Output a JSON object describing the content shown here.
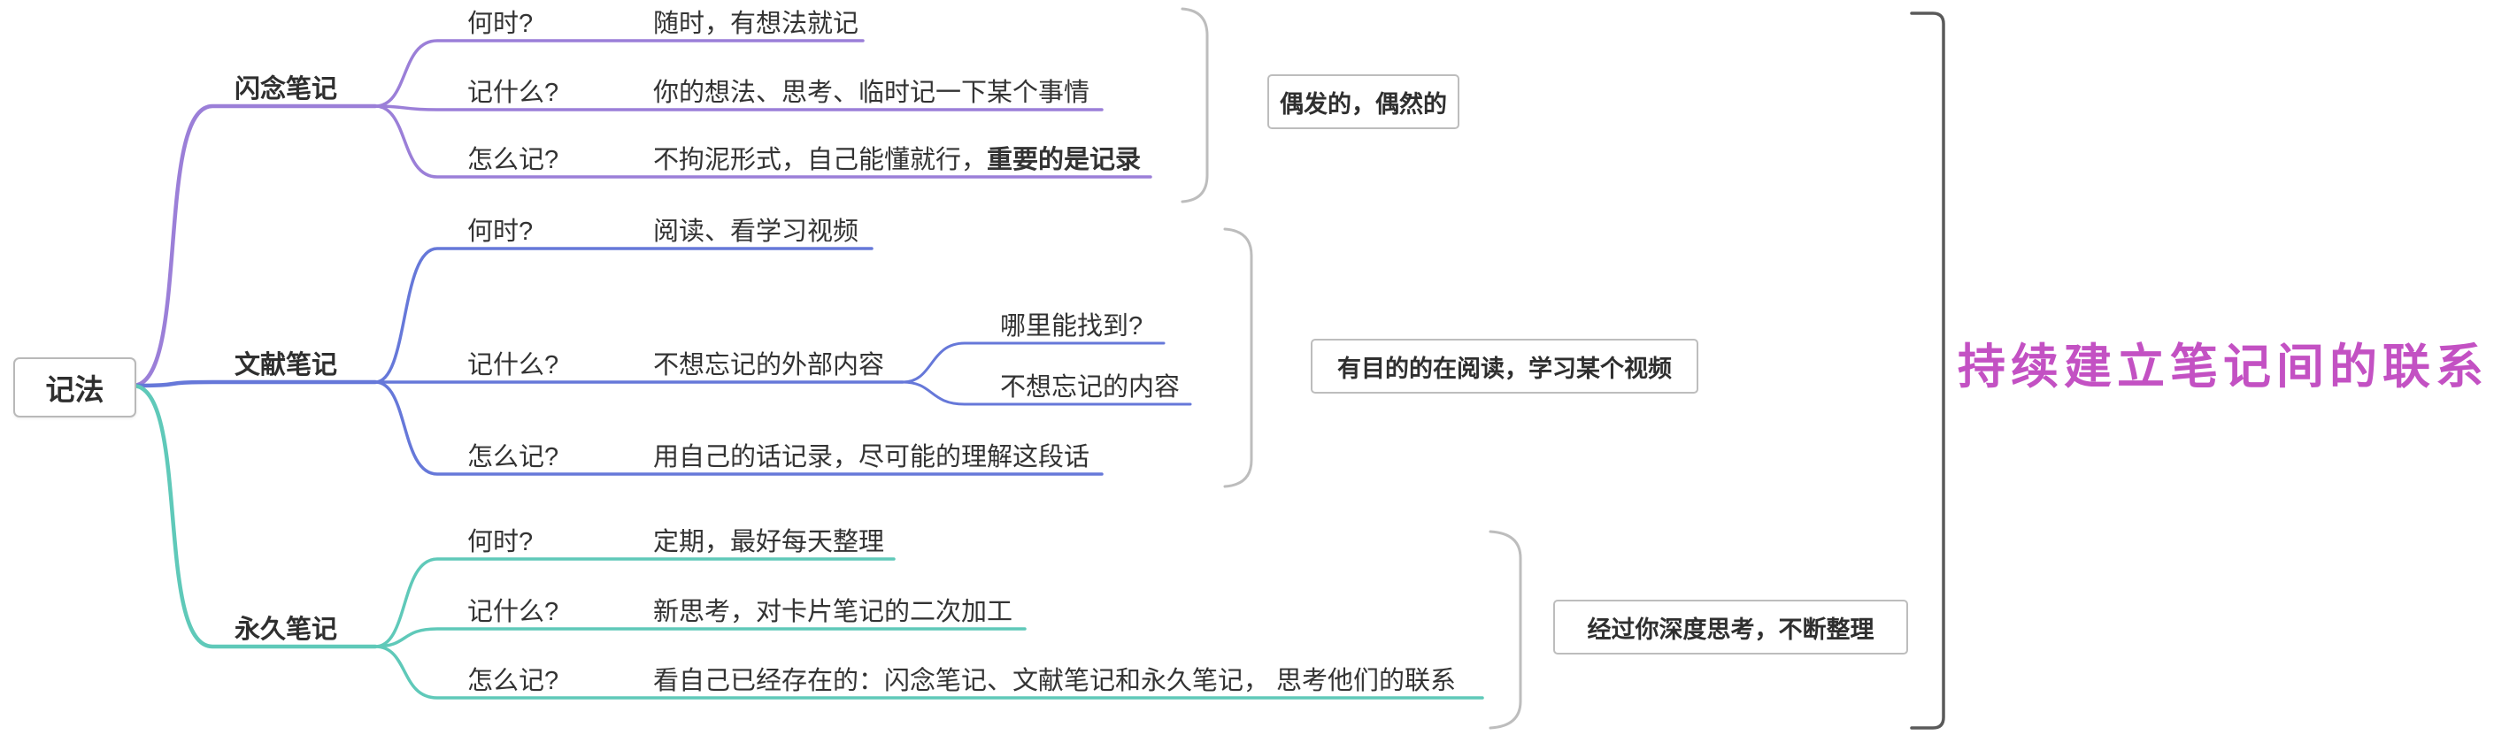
{
  "root": {
    "label": "记法"
  },
  "right_title": "持续建立笔记间的联系",
  "colors": {
    "branch_fleeting": "#9b7fd8",
    "branch_literature": "#6678d9",
    "branch_permanent": "#5fc9b9",
    "right_title": "#c351c3",
    "bracket": "#bdbdbd",
    "text": "#333333"
  },
  "branches": [
    {
      "label": "闪念笔记",
      "rows": [
        {
          "q": "何时?",
          "a": "随时，有想法就记"
        },
        {
          "q": "记什么?",
          "a": "你的想法、思考、临时记一下某个事情"
        },
        {
          "q": "怎么记?",
          "a": "不拘泥形式，自己能懂就行，",
          "a_bold": "重要的是记录"
        }
      ],
      "summary": "偶发的，偶然的"
    },
    {
      "label": "文献笔记",
      "rows": [
        {
          "q": "何时?",
          "a": "阅读、看学习视频"
        },
        {
          "q": "记什么?",
          "a": "不想忘记的外部内容",
          "children": [
            "哪里能找到?",
            "不想忘记的内容"
          ]
        },
        {
          "q": "怎么记?",
          "a": "用自己的话记录，尽可能的理解这段话"
        }
      ],
      "summary": "有目的的在阅读，学习某个视频"
    },
    {
      "label": "永久笔记",
      "rows": [
        {
          "q": "何时?",
          "a": "定期，最好每天整理"
        },
        {
          "q": "记什么?",
          "a": "新思考，对卡片笔记的二次加工"
        },
        {
          "q": "怎么记?",
          "a": "看自己已经存在的：闪念笔记、文献笔记和永久笔记， 思考他们的联系"
        }
      ],
      "summary": "经过你深度思考，不断整理"
    }
  ]
}
